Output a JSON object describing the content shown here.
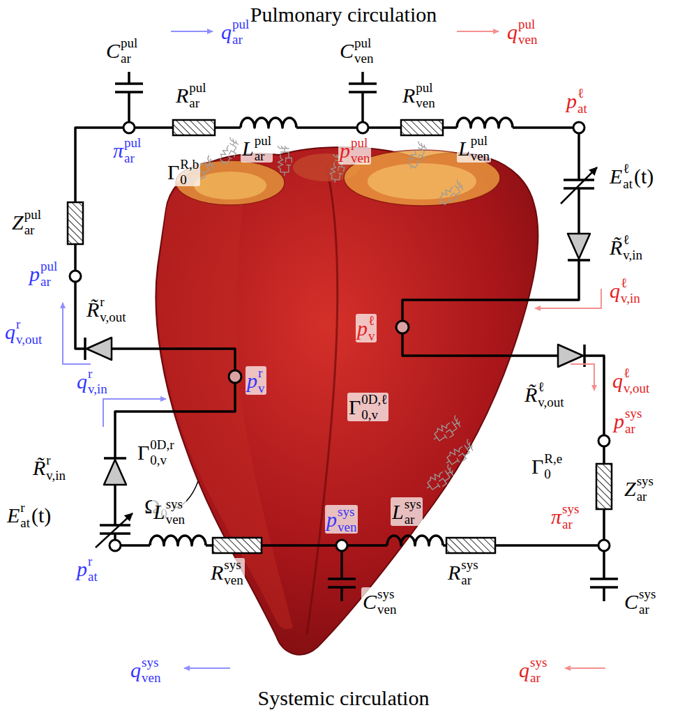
{
  "diagram": {
    "title": "Pulmonary circulation",
    "caption": "Systemic circulation",
    "labels": [
      "C",
      "pul",
      "ar",
      "q",
      "pul",
      "ar",
      "C",
      "pul",
      "ven",
      "q",
      "pul",
      "ven",
      "R",
      "pul",
      "ar",
      "L",
      "pul",
      "ar",
      "π",
      "pul",
      "ar",
      "p",
      "pul",
      "ven",
      "R",
      "pul",
      "ven",
      "L",
      "pul",
      "ven",
      "p",
      "ℓ",
      "at",
      "Z",
      "pul",
      "ar",
      "Γ",
      "R,b",
      "0",
      "E",
      "ℓ",
      "at",
      "(t)",
      "R̃",
      "ℓ",
      "v,in",
      "p",
      "pul",
      "ar",
      "R̃",
      "r",
      "v,out",
      "q",
      "r",
      "v,out",
      "q",
      "ℓ",
      "v,in",
      "p",
      "ℓ",
      "v",
      "p",
      "r",
      "v",
      "q",
      "r",
      "v,in",
      "Γ",
      "0D,r",
      "0,v",
      "Γ",
      "0D,ℓ",
      "0,v",
      "q",
      "ℓ",
      "v,out",
      "R̃",
      "ℓ",
      "v,out",
      "p",
      "sys",
      "ar",
      "R̃",
      "r",
      "v,in",
      "Ω",
      "0",
      "Z",
      "sys",
      "ar",
      "E",
      "r",
      "at",
      "(t)",
      "Γ",
      "R,e",
      "0",
      "π",
      "sys",
      "ar",
      "p",
      "sys",
      "ven",
      "L",
      "sys",
      "ven",
      "R",
      "sys",
      "ven",
      "L",
      "sys",
      "ar",
      "R",
      "sys",
      "ar",
      "p",
      "r",
      "at",
      "C",
      "sys",
      "ven",
      "C",
      "sys",
      "ar",
      "q",
      "sys",
      "ven",
      "q",
      "sys",
      "ar"
    ]
  }
}
